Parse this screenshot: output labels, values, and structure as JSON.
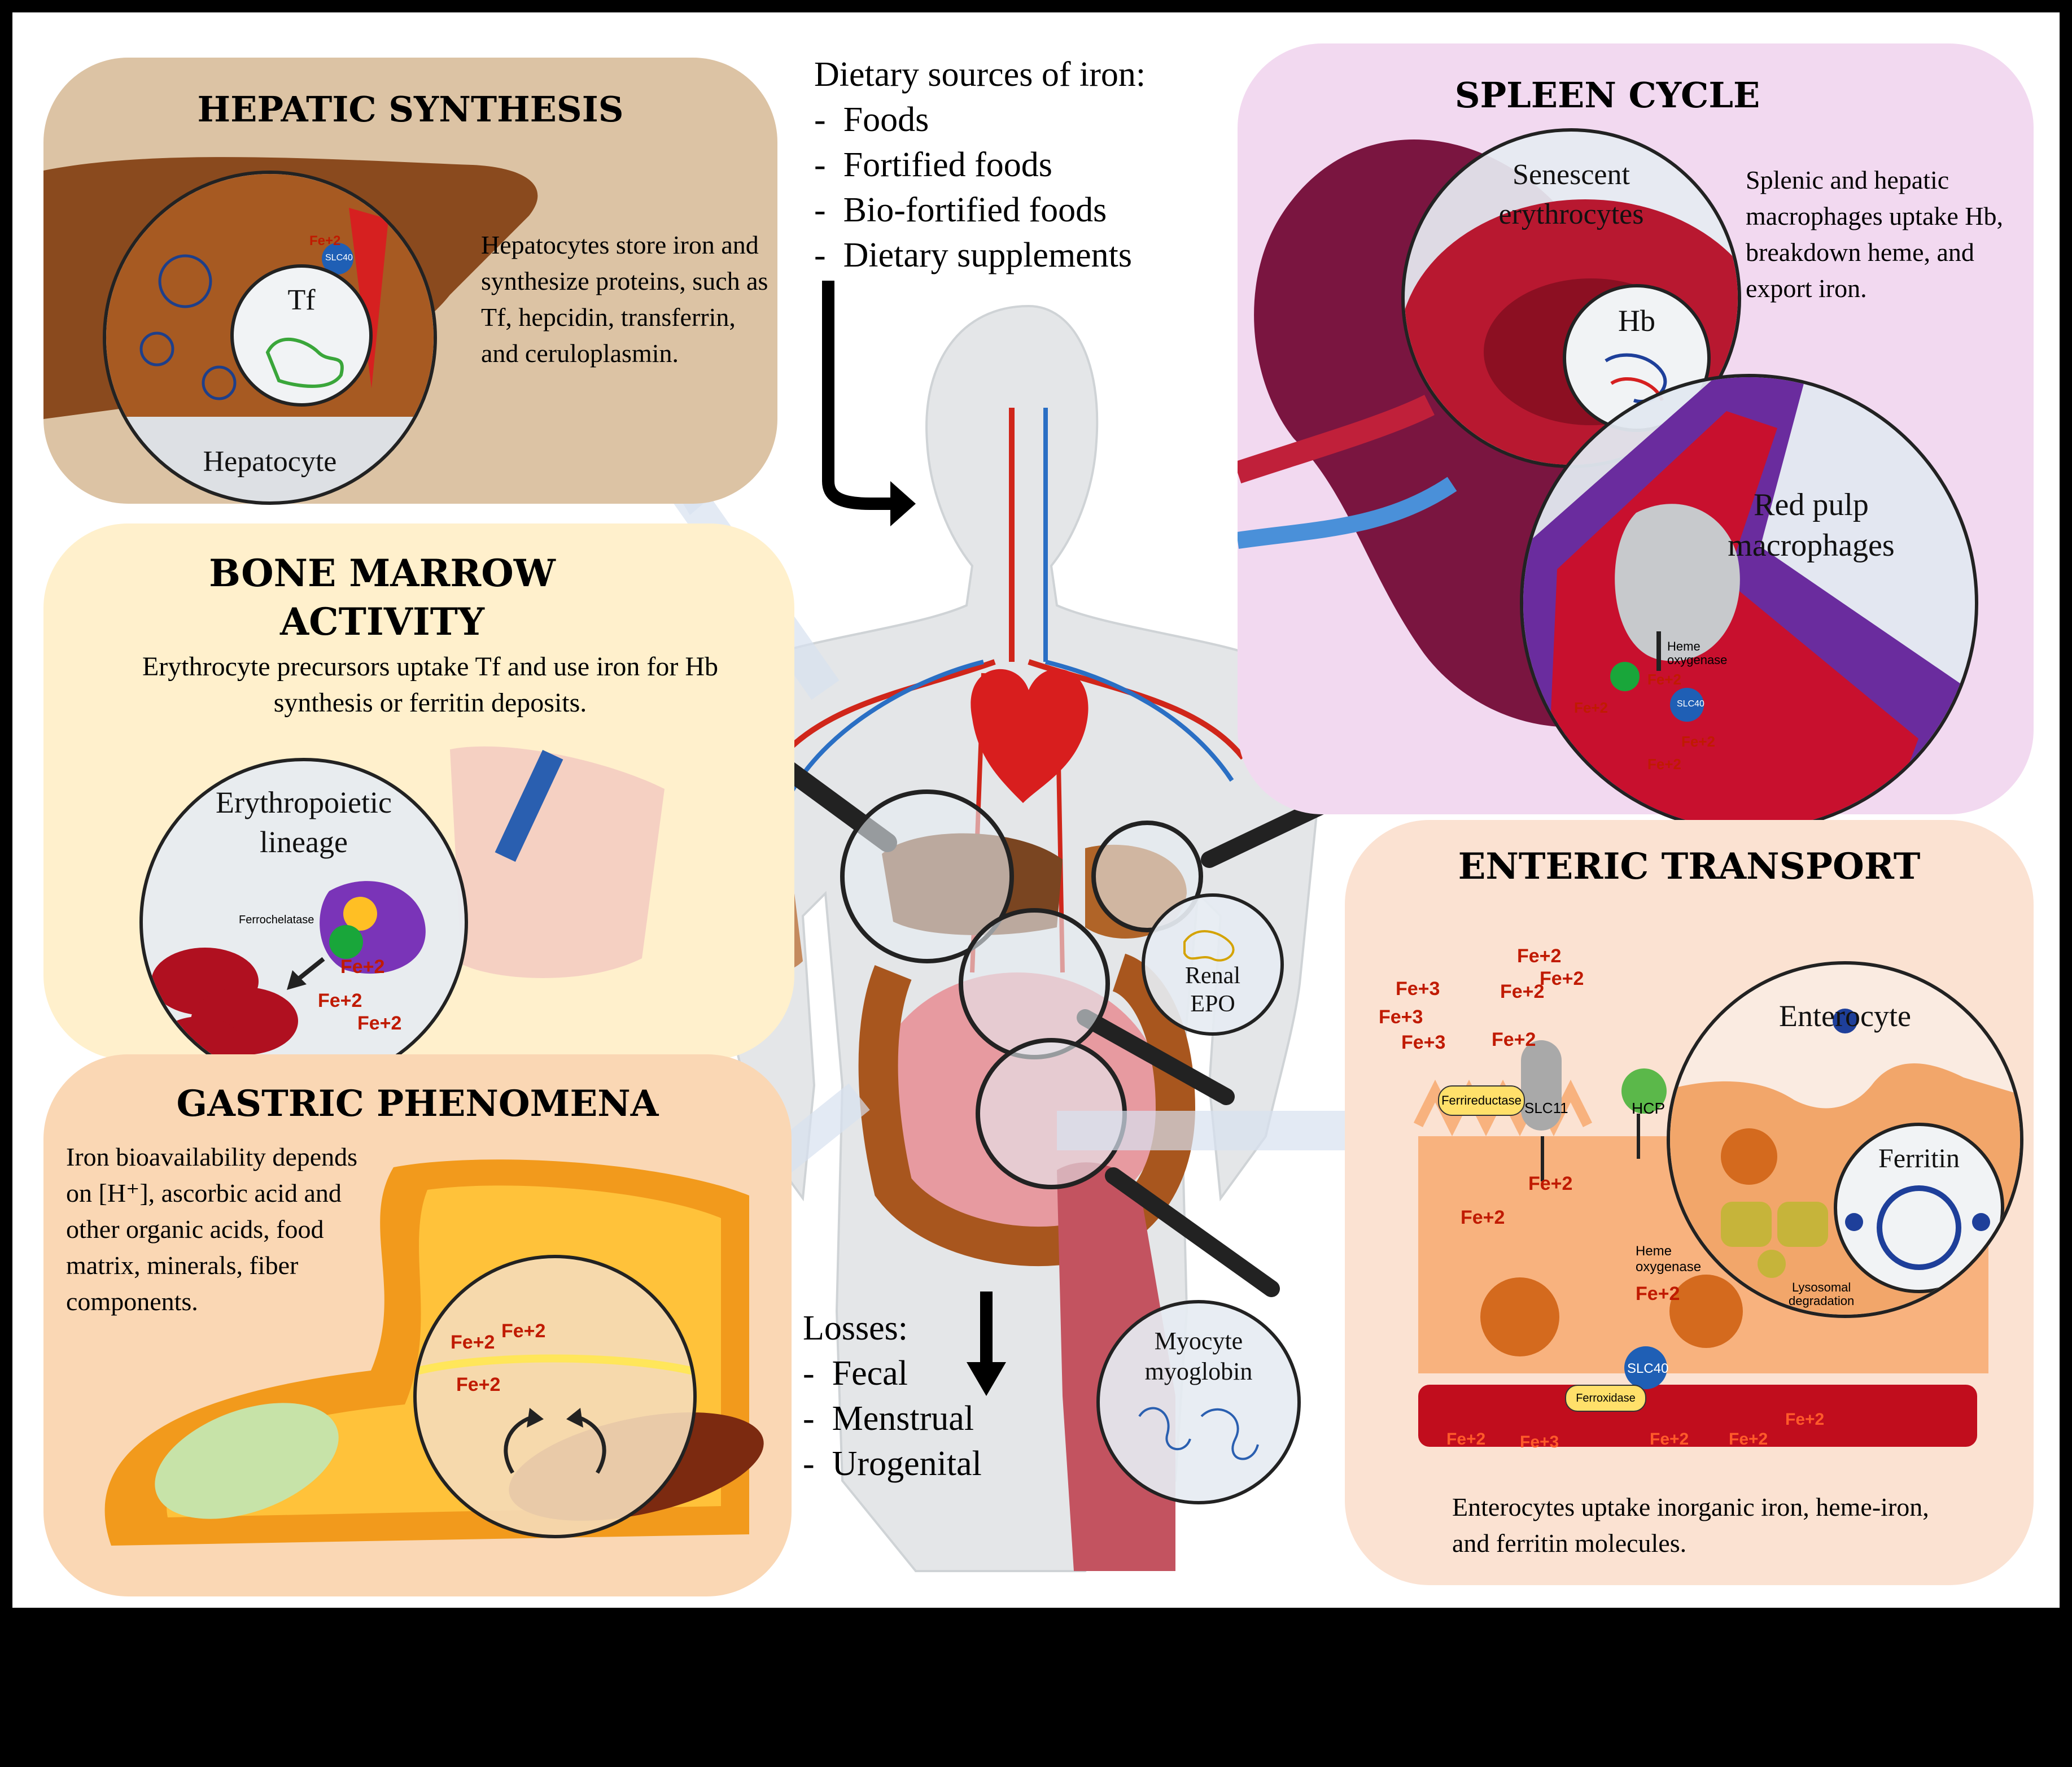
{
  "center": {
    "dietary_title": "Dietary sources of iron:",
    "dietary_items": [
      "Foods",
      "Fortified foods",
      "Bio-fortified foods",
      "Dietary supplements"
    ],
    "losses_title": "Losses:",
    "losses_items": [
      "Fecal",
      "Menstrual",
      "Urogenital"
    ],
    "renal_label": "Renal\nEPO",
    "myocyte_label": "Myocyte\nmyoglobin"
  },
  "hepatic": {
    "title": "HEPATIC SYNTHESIS",
    "text": "Hepatocytes store iron and synthesize proteins, such as Tf, hepcidin, transferrin, and ceruloplasmin.",
    "circle_label": "Hepatocyte",
    "inner_label": "Tf",
    "small_fe": "Fe+2",
    "small_slc": "SLC40",
    "color": "#dcc3a4"
  },
  "bone": {
    "title_line1": "BONE MARROW",
    "title_line2": "ACTIVITY",
    "text": "Erythrocyte precursors uptake Tf and use iron for Hb synthesis or ferritin deposits.",
    "circle_label": "Erythropoietic\nlineage",
    "ferrochelatase": "Ferrochelatase",
    "fe_labels": [
      "Fe+2",
      "Fe+2",
      "Fe+2"
    ],
    "color": "#fff0cc"
  },
  "gastric": {
    "title": "GASTRIC PHENOMENA",
    "text": "Iron bioavailability depends on [H⁺], ascorbic acid and other organic acids, food matrix, minerals, fiber components.",
    "fe_labels": [
      "Fe+2",
      "Fe+2",
      "Fe+2"
    ],
    "color": "#fad7b4"
  },
  "spleen": {
    "title": "SPLEEN CYCLE",
    "text": "Splenic and hepatic macrophages uptake Hb, breakdown heme, and export iron.",
    "circle1_label": "Senescent\nerythrocytes",
    "hb_label": "Hb",
    "circle2_label": "Red pulp\nmacrophages",
    "heme_oxygenase": "Heme\noxygenase",
    "fe_labels": [
      "Fe+2",
      "Fe+2",
      "Fe+2",
      "Fe+2"
    ],
    "slc_label": "SLC40",
    "color": "#f2d9f0"
  },
  "enteric": {
    "title": "ENTERIC TRANSPORT",
    "text": "Enterocytes uptake inorganic iron, heme-iron, and ferritin molecules.",
    "fe3_labels": [
      "Fe+3",
      "Fe+3",
      "Fe+3"
    ],
    "fe2_labels": [
      "Fe+2",
      "Fe+2",
      "Fe+2",
      "Fe+2",
      "Fe+2",
      "Fe+2",
      "Fe+2"
    ],
    "ferrireductase": "Ferrireductase",
    "slc11": "SLC11",
    "hcp": "HCP",
    "heme_oxygenase": "Heme\noxygenase",
    "slc40": "SLC40",
    "ferroxidase": "Ferroxidase",
    "enterocyte_label": "Enterocyte",
    "ferritin_label": "Ferritin",
    "lysosomal": "Lysosomal\ndegradation",
    "blood_fe": [
      "Fe+2",
      "Fe+3",
      "Fe+2",
      "Fe+2",
      "Fe+2"
    ],
    "color": "#fbe2d2"
  }
}
